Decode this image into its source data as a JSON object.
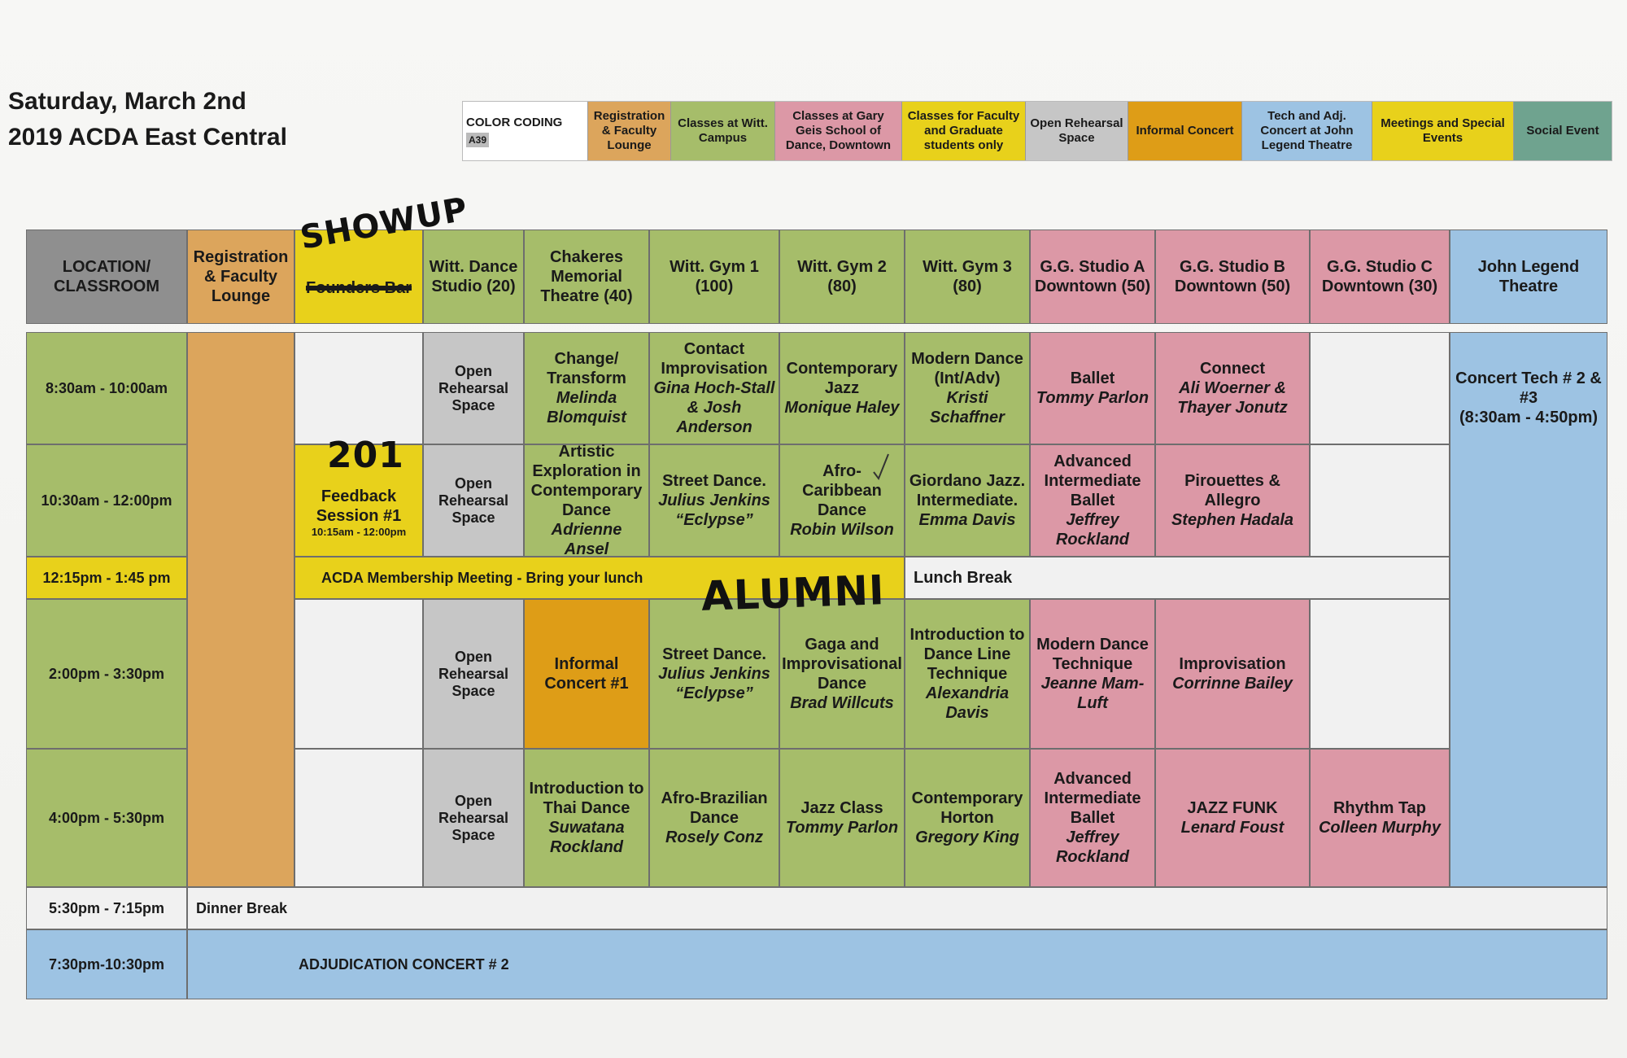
{
  "header": {
    "date": "Saturday, March 2nd",
    "event": "2019 ACDA East Central"
  },
  "legend": {
    "title": "COLOR CODING",
    "code": "A39",
    "items": [
      {
        "label": "Registration & Faculty Lounge",
        "color": "#dca55c"
      },
      {
        "label": "Classes at Witt. Campus",
        "color": "#a6bd6a"
      },
      {
        "label": "Classes at Gary Geis School of Dance, Downtown",
        "color": "#dc98a6"
      },
      {
        "label": "Classes for Faculty and Graduate students only",
        "color": "#e8d11b"
      },
      {
        "label": "Open Rehearsal Space",
        "color": "#c6c6c6"
      },
      {
        "label": "Informal Concert",
        "color": "#de9d17"
      },
      {
        "label": "Tech and Adj. Concert at John Legend Theatre",
        "color": "#9dc3e3"
      },
      {
        "label": "Meetings and Special Events",
        "color": "#e8d11b"
      },
      {
        "label": "Social Event",
        "color": "#6fa38f"
      }
    ]
  },
  "columns": {
    "location": "LOCATION/ CLASSROOM",
    "registration": "Registration & Faculty Lounge",
    "founders": "Founders Bar",
    "witt_dance": "Witt. Dance Studio (20)",
    "chakeres": "Chakeres Memorial Theatre (40)",
    "gym1": "Witt. Gym 1 (100)",
    "gym2": "Witt. Gym 2 (80)",
    "gym3": "Witt. Gym 3 (80)",
    "studio_a": "G.G. Studio A Downtown (50)",
    "studio_b": "G.G. Studio B Downtown (50)",
    "studio_c": "G.G. Studio C Downtown (30)",
    "legend_theatre": "John Legend Theatre"
  },
  "times": {
    "t1": "8:30am - 10:00am",
    "t2": "10:30am - 12:00pm",
    "t3": "12:15pm - 1:45 pm",
    "t4": "2:00pm - 3:30pm",
    "t5": "4:00pm - 5:30pm",
    "t6": "5:30pm - 7:15pm",
    "t7": "7:30pm-10:30pm"
  },
  "sessions": {
    "open": "Open Rehearsal Space",
    "r1_chakeres_title": "Change/ Transform",
    "r1_chakeres_inst": "Melinda Blomquist",
    "r1_gym1_title": "Contact Improvisation",
    "r1_gym1_inst": "Gina Hoch-Stall & Josh Anderson",
    "r1_gym2_title": "Contemporary Jazz",
    "r1_gym2_inst": "Monique Haley",
    "r1_gym3_title": "Modern Dance (Int/Adv)",
    "r1_gym3_inst": "Kristi Schaffner",
    "r1_a_title": "Ballet",
    "r1_a_inst": "Tommy Parlon",
    "r1_b_title": "Connect",
    "r1_b_inst": "Ali Woerner & Thayer Jonutz",
    "theatre_title": "Concert Tech # 2 & #3",
    "theatre_time": "(8:30am - 4:50pm)",
    "r2_founders_title": "Feedback Session #1",
    "r2_founders_time": "10:15am - 12:00pm",
    "r2_chakeres_title": "Artistic Exploration in Contemporary Dance",
    "r2_chakeres_inst": "Adrienne Ansel",
    "r2_gym1_title": "Street Dance.",
    "r2_gym1_inst": "Julius Jenkins “Eclypse”",
    "r2_gym2_title": "Afro-Caribbean Dance",
    "r2_gym2_inst": "Robin Wilson",
    "r2_gym3_title": "Giordano Jazz. Intermediate.",
    "r2_gym3_inst": "Emma Davis",
    "r2_a_title": "Advanced Intermediate Ballet",
    "r2_a_inst": "Jeffrey Rockland",
    "r2_b_title": "Pirouettes & Allegro",
    "r2_b_inst": "Stephen Hadala",
    "meeting": "ACDA Membership Meeting - Bring your lunch",
    "lunch": "Lunch Break",
    "r4_chakeres_title": "Informal Concert #1",
    "r4_gym1_title": "Street Dance.",
    "r4_gym1_inst": "Julius Jenkins “Eclypse”",
    "r4_gym2_title": "Gaga and Improvisational Dance",
    "r4_gym2_inst": "Brad Willcuts",
    "r4_gym3_title": "Introduction to Dance Line Technique",
    "r4_gym3_inst": "Alexandria Davis",
    "r4_a_title": "Modern Dance Technique",
    "r4_a_inst": "Jeanne Mam-Luft",
    "r4_b_title": "Improvisation",
    "r4_b_inst": "Corrinne Bailey",
    "r5_chakeres_title": "Introduction to Thai Dance",
    "r5_chakeres_inst": "Suwatana Rockland",
    "r5_gym1_title": "Afro-Brazilian Dance",
    "r5_gym1_inst": "Rosely Conz",
    "r5_gym2_title": "Jazz Class",
    "r5_gym2_inst": "Tommy Parlon",
    "r5_gym3_title": "Contemporary Horton",
    "r5_gym3_inst": "Gregory King",
    "r5_a_title": "Advanced Intermediate Ballet",
    "r5_a_inst": "Jeffrey Rockland",
    "r5_b_title": "JAZZ FUNK",
    "r5_b_inst": "Lenard Foust",
    "r5_c_title": "Rhythm Tap",
    "r5_c_inst": "Colleen Murphy",
    "dinner": "Dinner Break",
    "adjudication": "ADJUDICATION CONCERT  # 2"
  },
  "handwriting": {
    "showup": "SHOWUP",
    "room": "201",
    "alumni": "ALUMNI"
  }
}
